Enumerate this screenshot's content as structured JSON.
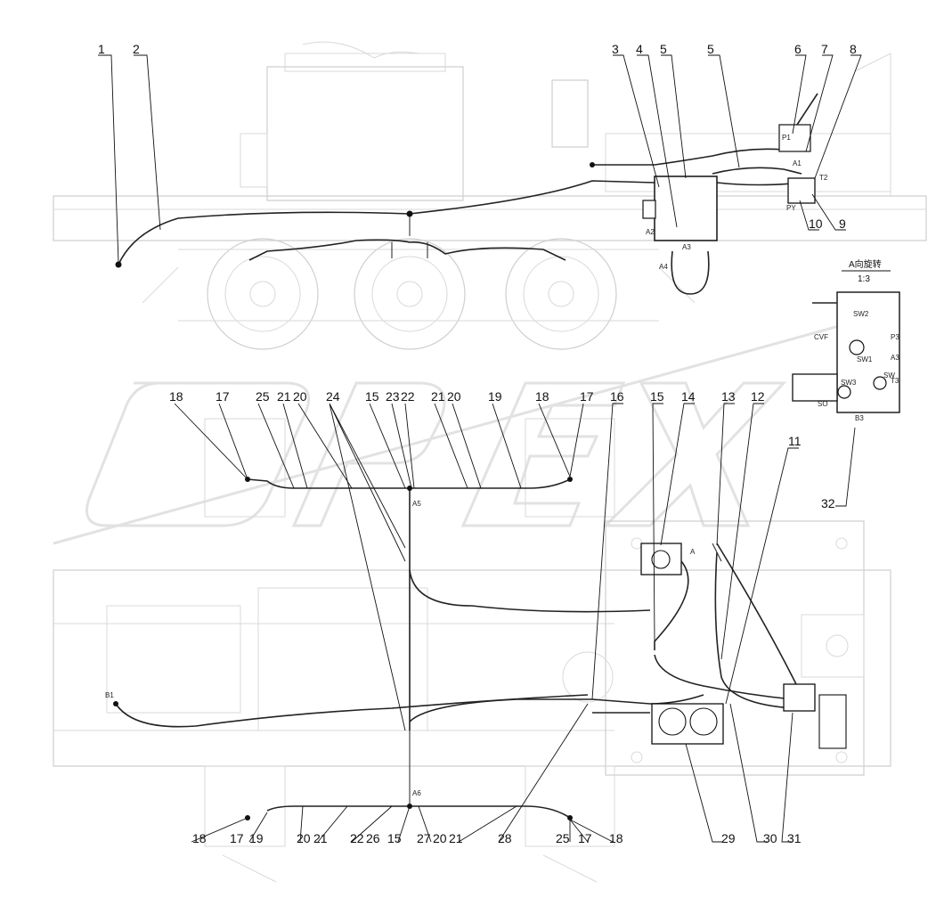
{
  "callouts": {
    "n1": "1",
    "n2": "2",
    "n3": "3",
    "n4": "4",
    "n5a": "5",
    "n5b": "5",
    "n6": "6",
    "n7": "7",
    "n8": "8",
    "n9": "9",
    "n10": "10",
    "n11": "11",
    "n12": "12",
    "n13": "13",
    "n14": "14",
    "n15a": "15",
    "n16": "16",
    "t18a": "18",
    "t17a": "17",
    "t25a": "25",
    "t21a": "21",
    "t20a": "20",
    "t24": "24",
    "t15b": "15",
    "t23": "23",
    "t22a": "22",
    "t21b": "21",
    "t20b": "20",
    "t19a": "19",
    "t18b": "18",
    "t17b": "17",
    "b18a": "18",
    "b17a": "17",
    "b19": "19",
    "b20a": "20",
    "b21a": "21",
    "b22": "22",
    "b26": "26",
    "b15": "15",
    "b27": "27",
    "b20b": "20",
    "b21b": "21",
    "b28": "28",
    "b25": "25",
    "b17b": "17",
    "b18b": "18",
    "b29": "29",
    "b30": "30",
    "b31": "31",
    "n32": "32"
  },
  "view_a": {
    "title": "A向旋转",
    "scale": "1:3",
    "ports": {
      "sw2": "SW2",
      "cvf": "CVF",
      "p3": "P3",
      "sw1": "SW1",
      "a3": "A3",
      "sw": "SW",
      "sw3": "SW3",
      "t3": "T3",
      "so": "SO",
      "b3": "B3"
    }
  },
  "port_tags": {
    "a1": "A1",
    "a2": "A2",
    "a3": "A3",
    "a4": "A4",
    "a5": "A5",
    "a6": "A6",
    "p1": "P1",
    "t2": "T2",
    "py": "PY",
    "b1": "B1",
    "a": "A"
  }
}
